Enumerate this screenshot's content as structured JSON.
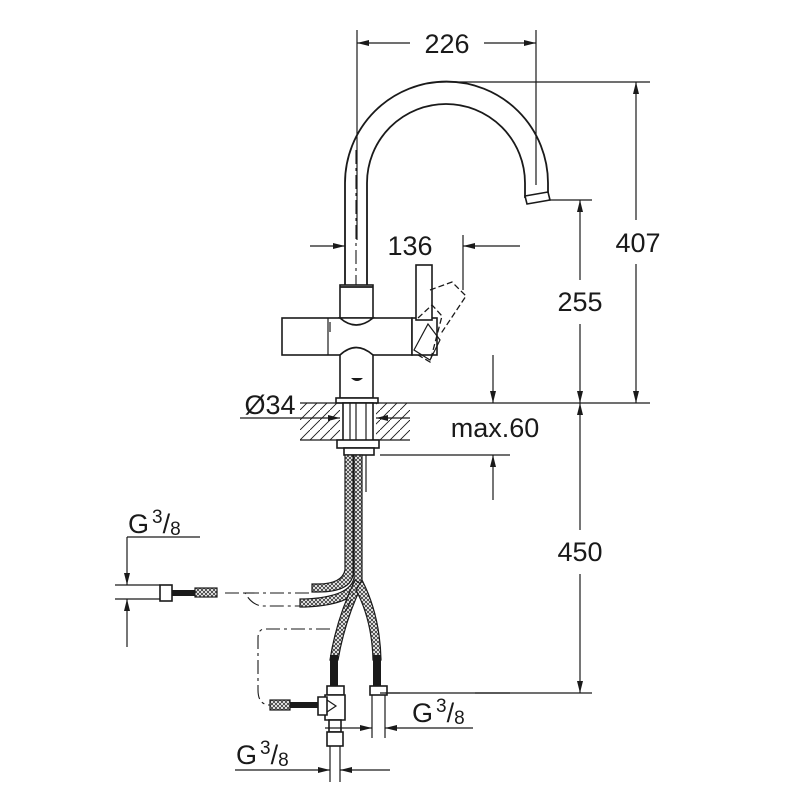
{
  "title": "Kitchen faucet dimension drawing",
  "colors": {
    "line": "#1a1a1a",
    "background": "#ffffff"
  },
  "dimensions": {
    "spout_reach": "226",
    "total_height": "407",
    "lever_clearance": "136",
    "spout_height": "255",
    "hole_diameter": "Ø34",
    "counter_thickness": "max.60",
    "hose_length": "450"
  },
  "connections": [
    {
      "letter": "G",
      "num": "3",
      "slash": "/",
      "den": "8"
    },
    {
      "letter": "G",
      "num": "3",
      "slash": "/",
      "den": "8"
    },
    {
      "letter": "G",
      "num": "3",
      "slash": "/",
      "den": "8"
    }
  ]
}
